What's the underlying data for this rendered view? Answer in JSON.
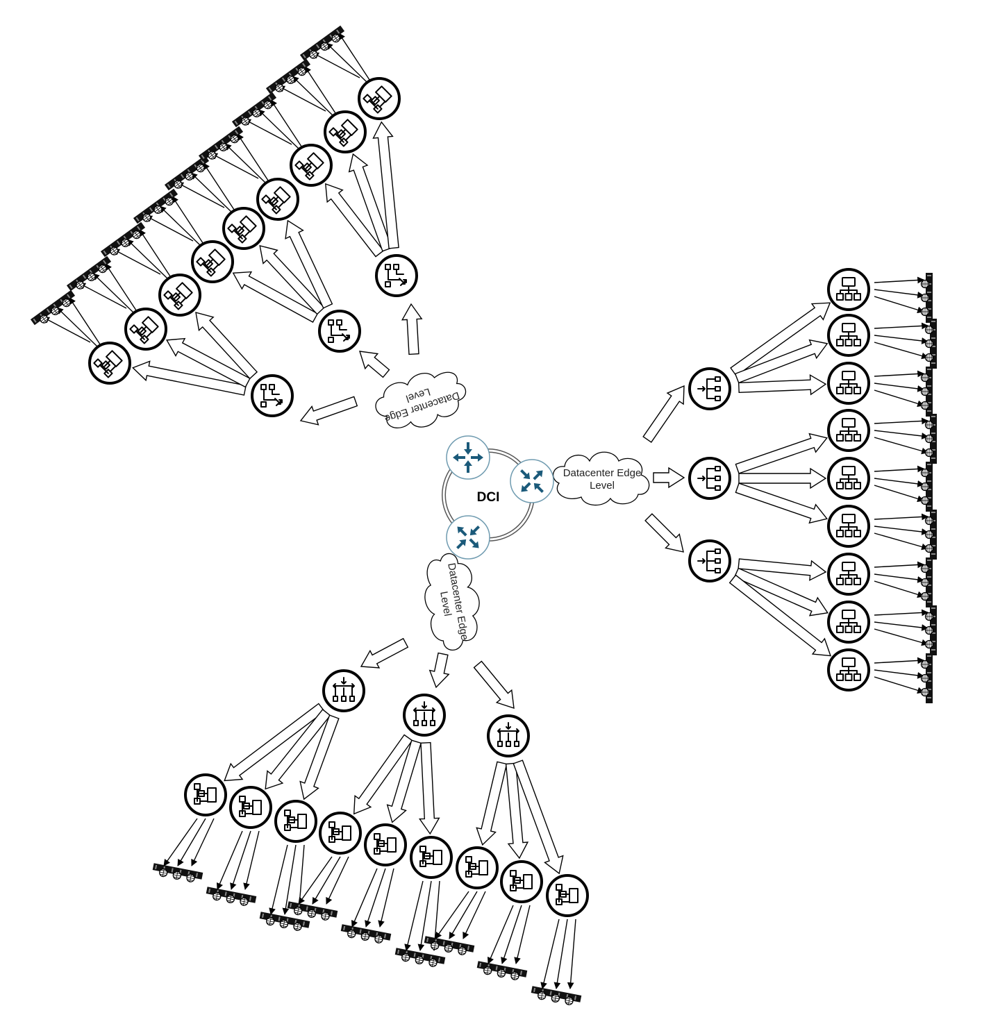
{
  "core": {
    "label": "DCI",
    "router_color": "#1b5a7a",
    "ring_color": "#6f9bb0"
  },
  "edge_clouds": {
    "northwest": [
      "Datacenter Edge",
      "Level"
    ],
    "east": [
      "Datacenter Edge",
      "Level"
    ],
    "south": [
      "Datacenter Edge",
      "Level"
    ]
  },
  "icons": {
    "core_router": "router-icon",
    "northwest_aggregation": "aggregation-switch-icon",
    "northwest_access": "hierarchy-switch-icon",
    "east_aggregation": "distribution-switch-icon",
    "east_access": "network-topology-icon",
    "south_aggregation": "split-switch-icon",
    "south_access": "hierarchy-switch-icon",
    "server": "server-rack-icon",
    "globe": "globe-icon"
  },
  "topology": {
    "core_routers": 3,
    "aggregation_per_site": 3,
    "access_per_site": 9,
    "servers_per_access": 3
  }
}
